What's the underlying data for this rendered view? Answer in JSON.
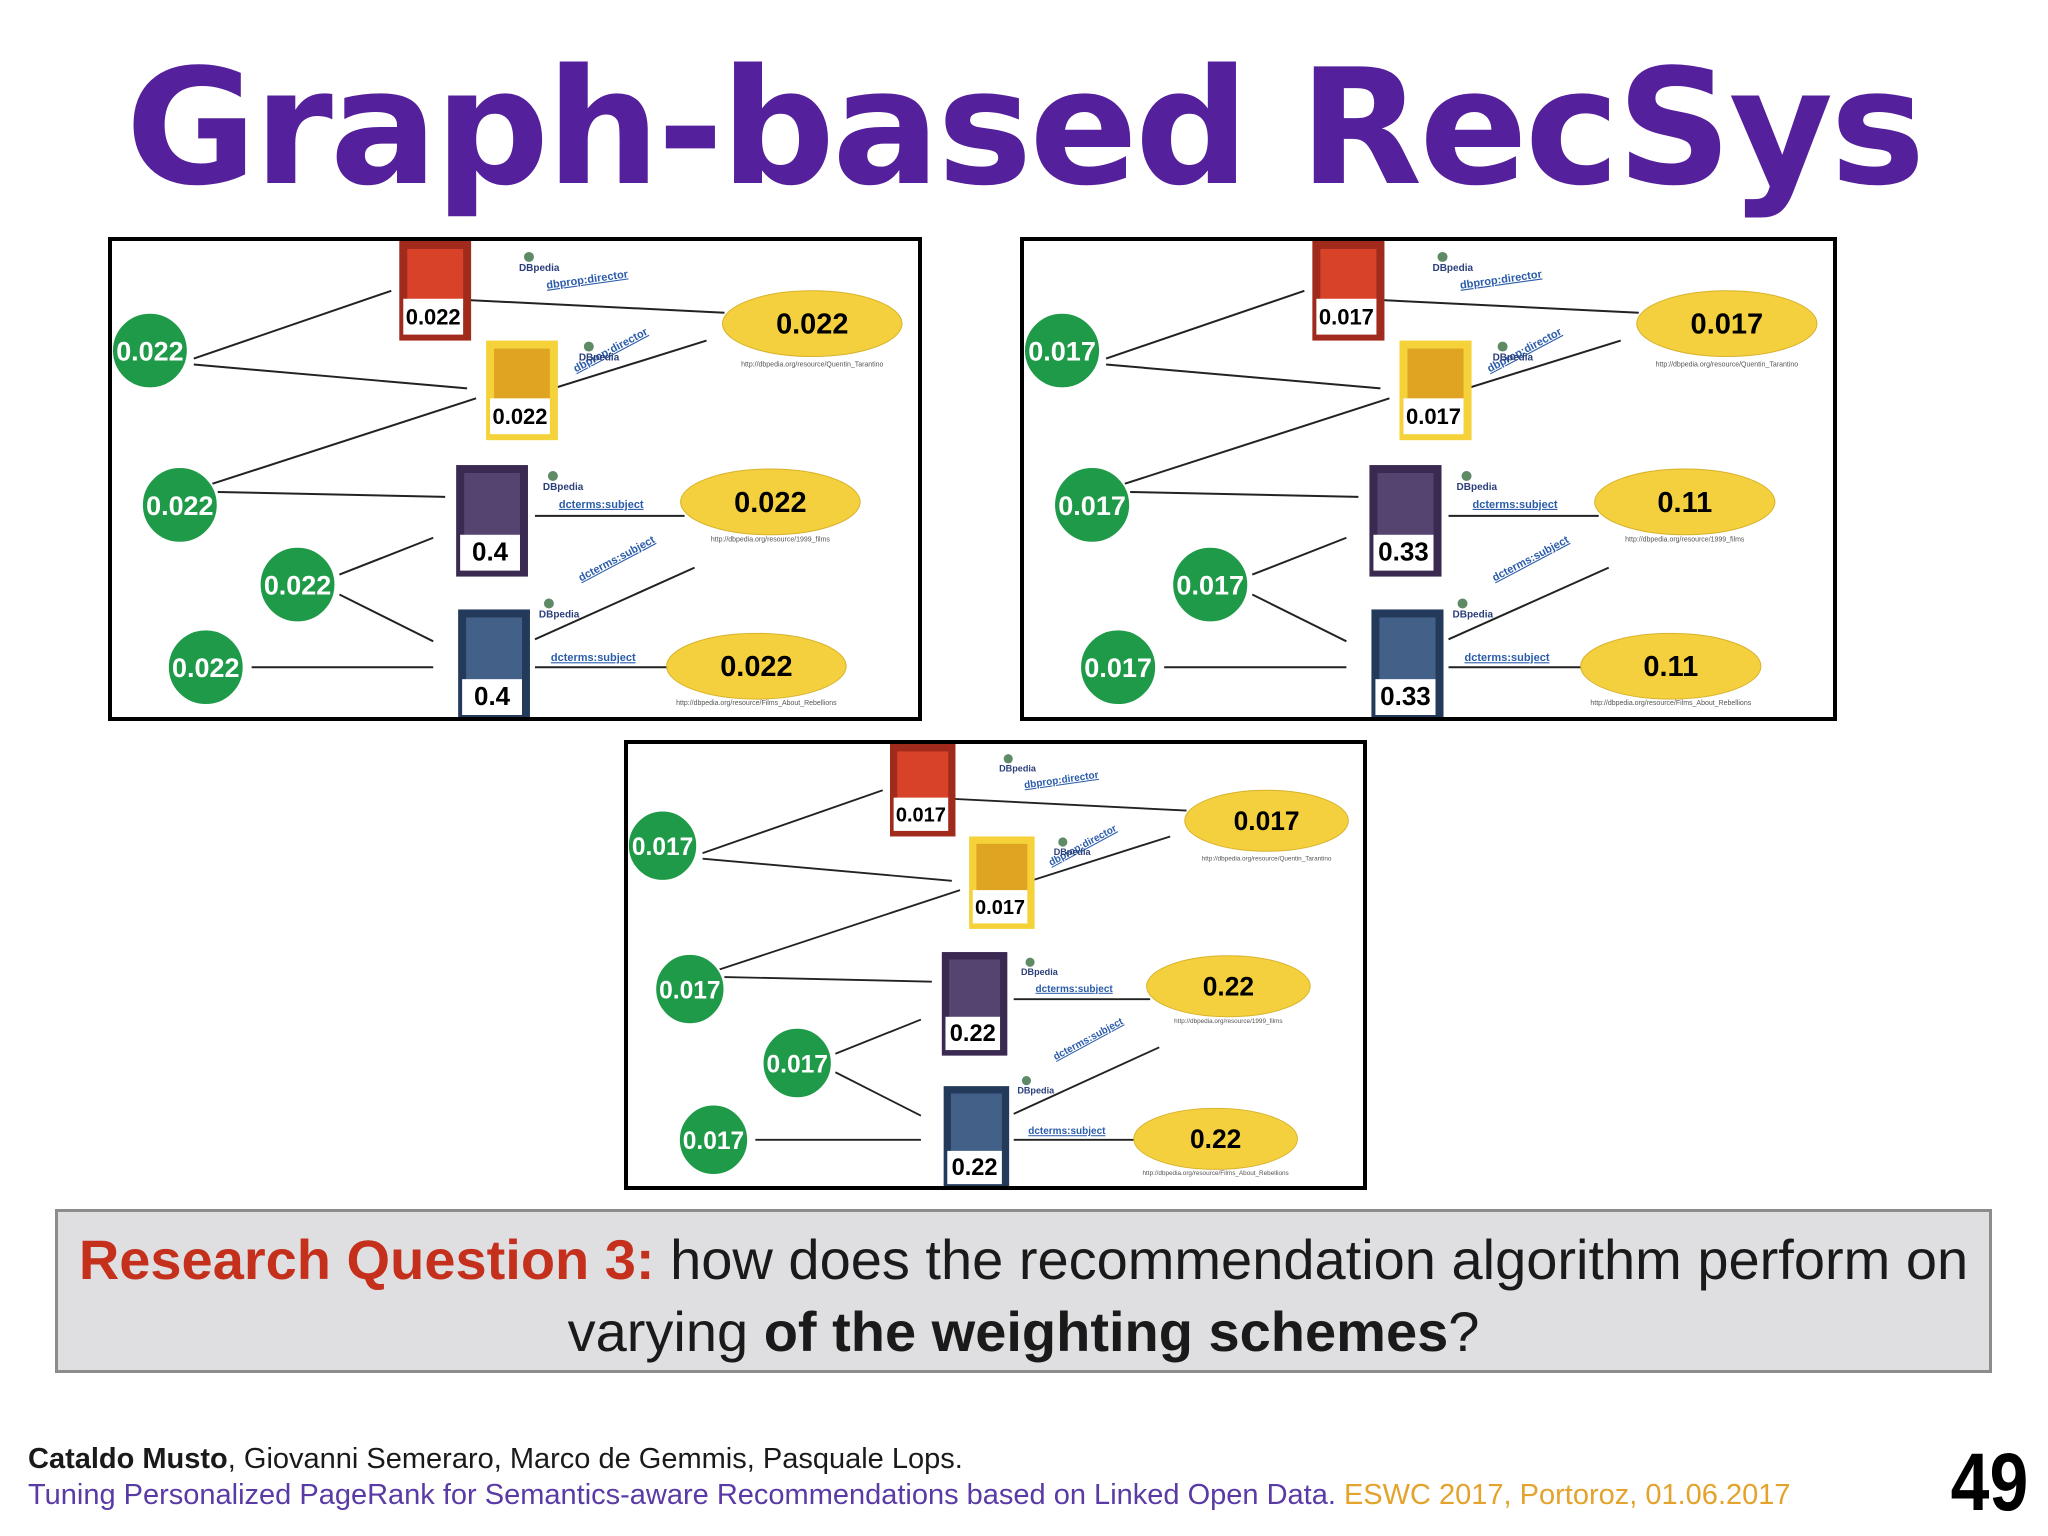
{
  "slide": {
    "title": "Graph-based RecSys",
    "page_number": "49"
  },
  "colors": {
    "title": "#55209b",
    "user_node": "#1f9a48",
    "property_node": "#f4d03f",
    "edge_label": "#2a5caa",
    "research_label": "#c4301c",
    "footer_link": "#5a3aa5",
    "footer_venue": "#e3a32c"
  },
  "graph_template": {
    "logo_text": "DBpedia",
    "edge_labels": {
      "director": "dbprop:director",
      "subject": "dcterms:subject"
    },
    "urls": {
      "tarantino": "http://dbpedia.org/resource/Quentin_Tarantino",
      "films_1999": "http://dbpedia.org/resource/1999_films",
      "rebellions": "http://dbpedia.org/resource/Films_About_Rebellions"
    },
    "poster_names": [
      "django-unchained-poster",
      "kill-bill-poster",
      "the-matrix-poster",
      "the-matrix-poster-2"
    ]
  },
  "panels": [
    {
      "name": "panel-uniform",
      "users": [
        "0.022",
        "0.022",
        "0.022",
        "0.022"
      ],
      "items": [
        "0.022",
        "0.022",
        "0.4",
        "0.4"
      ],
      "properties": [
        "0.022",
        "0.022",
        "0.022"
      ]
    },
    {
      "name": "panel-weighted-1",
      "users": [
        "0.017",
        "0.017",
        "0.017",
        "0.017"
      ],
      "items": [
        "0.017",
        "0.017",
        "0.33",
        "0.33"
      ],
      "properties": [
        "0.017",
        "0.11",
        "0.11"
      ]
    },
    {
      "name": "panel-weighted-2",
      "users": [
        "0.017",
        "0.017",
        "0.017",
        "0.017"
      ],
      "items": [
        "0.017",
        "0.017",
        "0.22",
        "0.22"
      ],
      "properties": [
        "0.017",
        "0.22",
        "0.22"
      ]
    }
  ],
  "research_question": {
    "label": "Research Question 3:",
    "text_part1": " how does the recommendation algorithm perform on varying ",
    "bold_part": "of the weighting schemes",
    "text_part2": "?"
  },
  "footer": {
    "author_main": "Cataldo Musto",
    "authors_rest": ", Giovanni Semeraro, Marco de Gemmis, Pasquale Lops.",
    "paper_title": "Tuning Personalized PageRank for Semantics-aware Recommendations based on Linked Open Data",
    "venue": "ESWC 2017, Portoroz, 01.06.2017"
  }
}
